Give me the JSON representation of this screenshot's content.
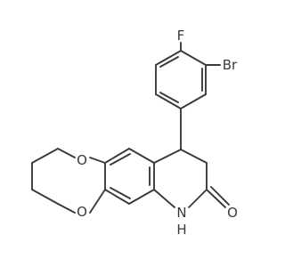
{
  "molecule": {
    "colors": {
      "bond": "#3a3a3a",
      "F": "#3a3a3a",
      "Br": "#3a3a3a",
      "O": "#3a3a3a",
      "N": "#3a3a3a"
    },
    "atom_labels": {
      "F": "F",
      "Br": "Br",
      "O1": "O",
      "O2": "O",
      "N": "N",
      "H": "H",
      "O3": "O"
    }
  }
}
